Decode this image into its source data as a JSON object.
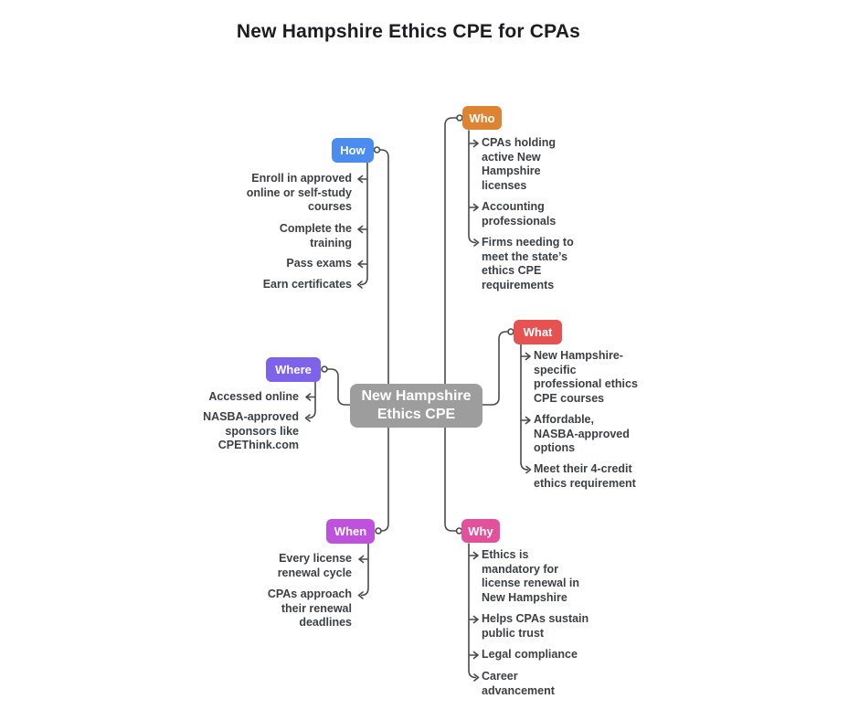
{
  "title": "New Hampshire Ethics CPE for CPAs",
  "center": {
    "label": "New Hampshire\nEthics CPE",
    "color": "#9D9D9D"
  },
  "branches": {
    "how": {
      "label": "How",
      "color": "#4A8CF0",
      "items": [
        "Enroll in approved\nonline or self-study\ncourses",
        "Complete the\ntraining",
        "Pass exams",
        "Earn certificates"
      ]
    },
    "who": {
      "label": "Who",
      "color": "#DD8433",
      "items": [
        "CPAs holding\nactive New\nHampshire\nlicenses",
        "Accounting\nprofessionals",
        "Firms needing to\nmeet the state’s\nethics CPE\nrequirements"
      ]
    },
    "where": {
      "label": "Where",
      "color": "#7E62E9",
      "items": [
        "Accessed online",
        "NASBA-approved\nsponsors like\nCPEThink.com"
      ]
    },
    "what": {
      "label": "What",
      "color": "#E65252",
      "items": [
        "New Hampshire-\nspecific\nprofessional ethics\nCPE courses",
        "Affordable,\nNASBA-approved\noptions",
        "Meet their 4-credit\nethics requirement"
      ]
    },
    "when": {
      "label": "When",
      "color": "#BE52DD",
      "items": [
        "Every license\nrenewal cycle",
        "CPAs approach\ntheir renewal\ndeadlines"
      ]
    },
    "why": {
      "label": "Why",
      "color": "#E2519B",
      "items": [
        "Ethics is\nmandatory for\nlicense renewal in\nNew Hampshire",
        "Helps CPAs sustain\npublic trust",
        "Legal compliance",
        "Career\nadvancement"
      ]
    }
  }
}
